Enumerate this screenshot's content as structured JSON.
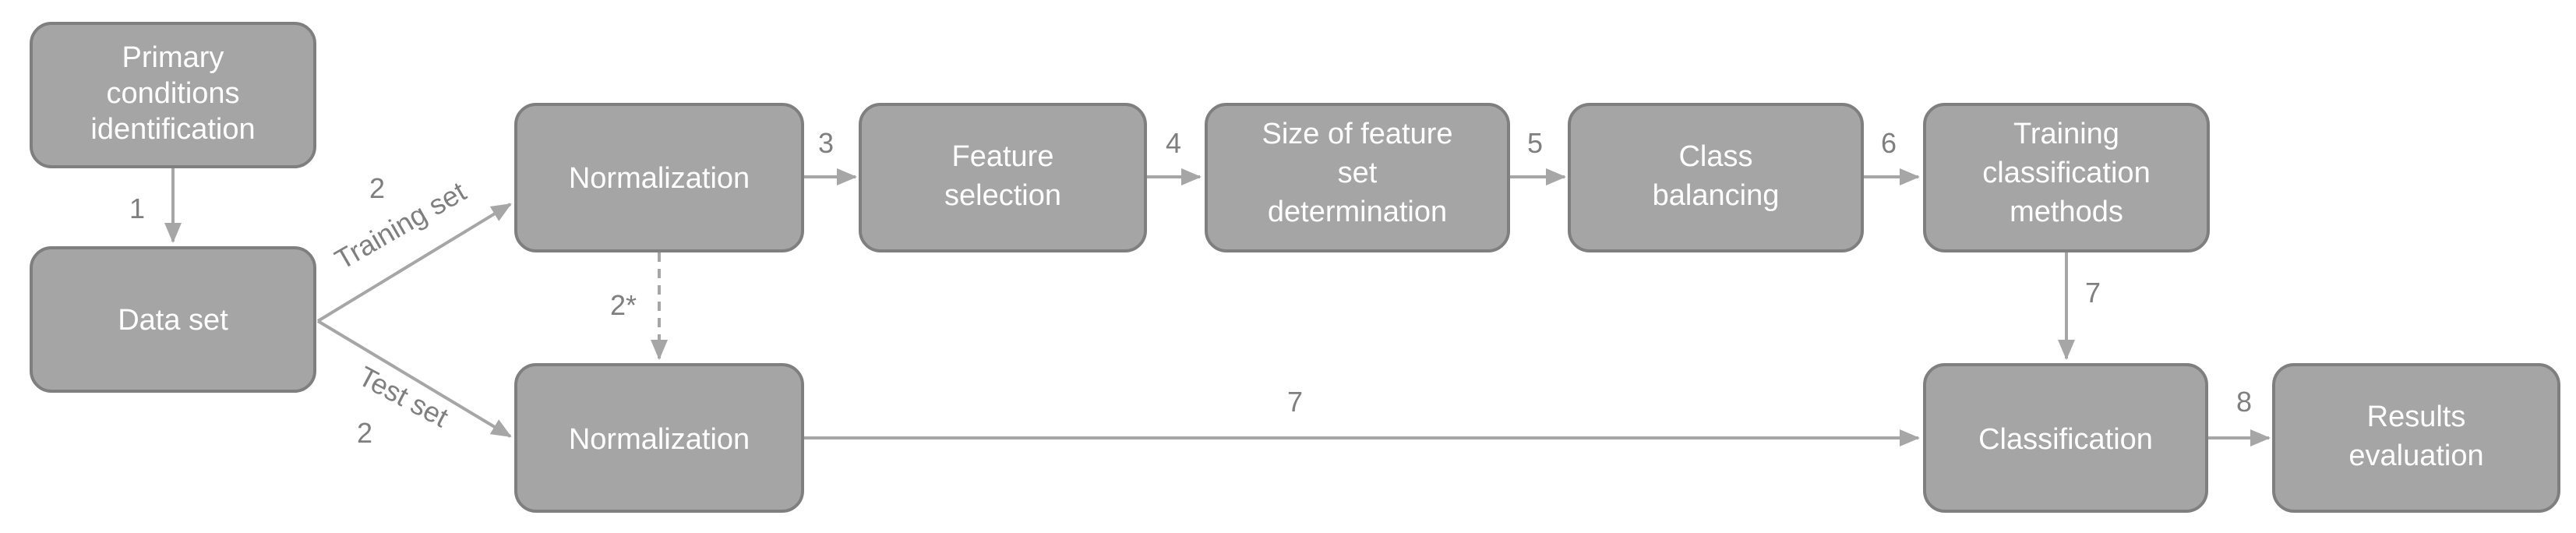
{
  "diagram": {
    "nodes": {
      "primary": {
        "lines": [
          "Primary",
          "conditions",
          "identification"
        ]
      },
      "dataset": {
        "lines": [
          "Data set"
        ]
      },
      "norm_train": {
        "lines": [
          "Normalization"
        ]
      },
      "norm_test": {
        "lines": [
          "Normalization"
        ]
      },
      "feature_sel": {
        "lines": [
          "Feature",
          "selection"
        ]
      },
      "size_feature": {
        "lines": [
          "Size of feature",
          "set",
          "determination"
        ]
      },
      "class_bal": {
        "lines": [
          "Class",
          "balancing"
        ]
      },
      "training": {
        "lines": [
          "Training",
          "classification",
          "methods"
        ]
      },
      "classification": {
        "lines": [
          "Classification"
        ]
      },
      "results": {
        "lines": [
          "Results",
          "evaluation"
        ]
      }
    },
    "edges": {
      "e1": {
        "from": "primary",
        "to": "dataset",
        "label": "1"
      },
      "e2a": {
        "from": "dataset",
        "to": "norm_train",
        "label": "2",
        "caption": "Training set"
      },
      "e2b": {
        "from": "dataset",
        "to": "norm_test",
        "label": "2",
        "caption": "Test set"
      },
      "e2star": {
        "from": "norm_train",
        "to": "norm_test",
        "label": "2*",
        "style": "dashed"
      },
      "e3": {
        "from": "norm_train",
        "to": "feature_sel",
        "label": "3"
      },
      "e4": {
        "from": "feature_sel",
        "to": "size_feature",
        "label": "4"
      },
      "e5": {
        "from": "size_feature",
        "to": "class_bal",
        "label": "5"
      },
      "e6": {
        "from": "class_bal",
        "to": "training",
        "label": "6"
      },
      "e7a": {
        "from": "training",
        "to": "classification",
        "label": "7"
      },
      "e7b": {
        "from": "norm_test",
        "to": "classification",
        "label": "7"
      },
      "e8": {
        "from": "classification",
        "to": "results",
        "label": "8"
      }
    },
    "colors": {
      "node_fill": "#a5a5a5",
      "node_border": "#7f7f7f",
      "node_text": "#ffffff",
      "edge": "#a6a6a6",
      "label": "#7f7f7f"
    }
  }
}
